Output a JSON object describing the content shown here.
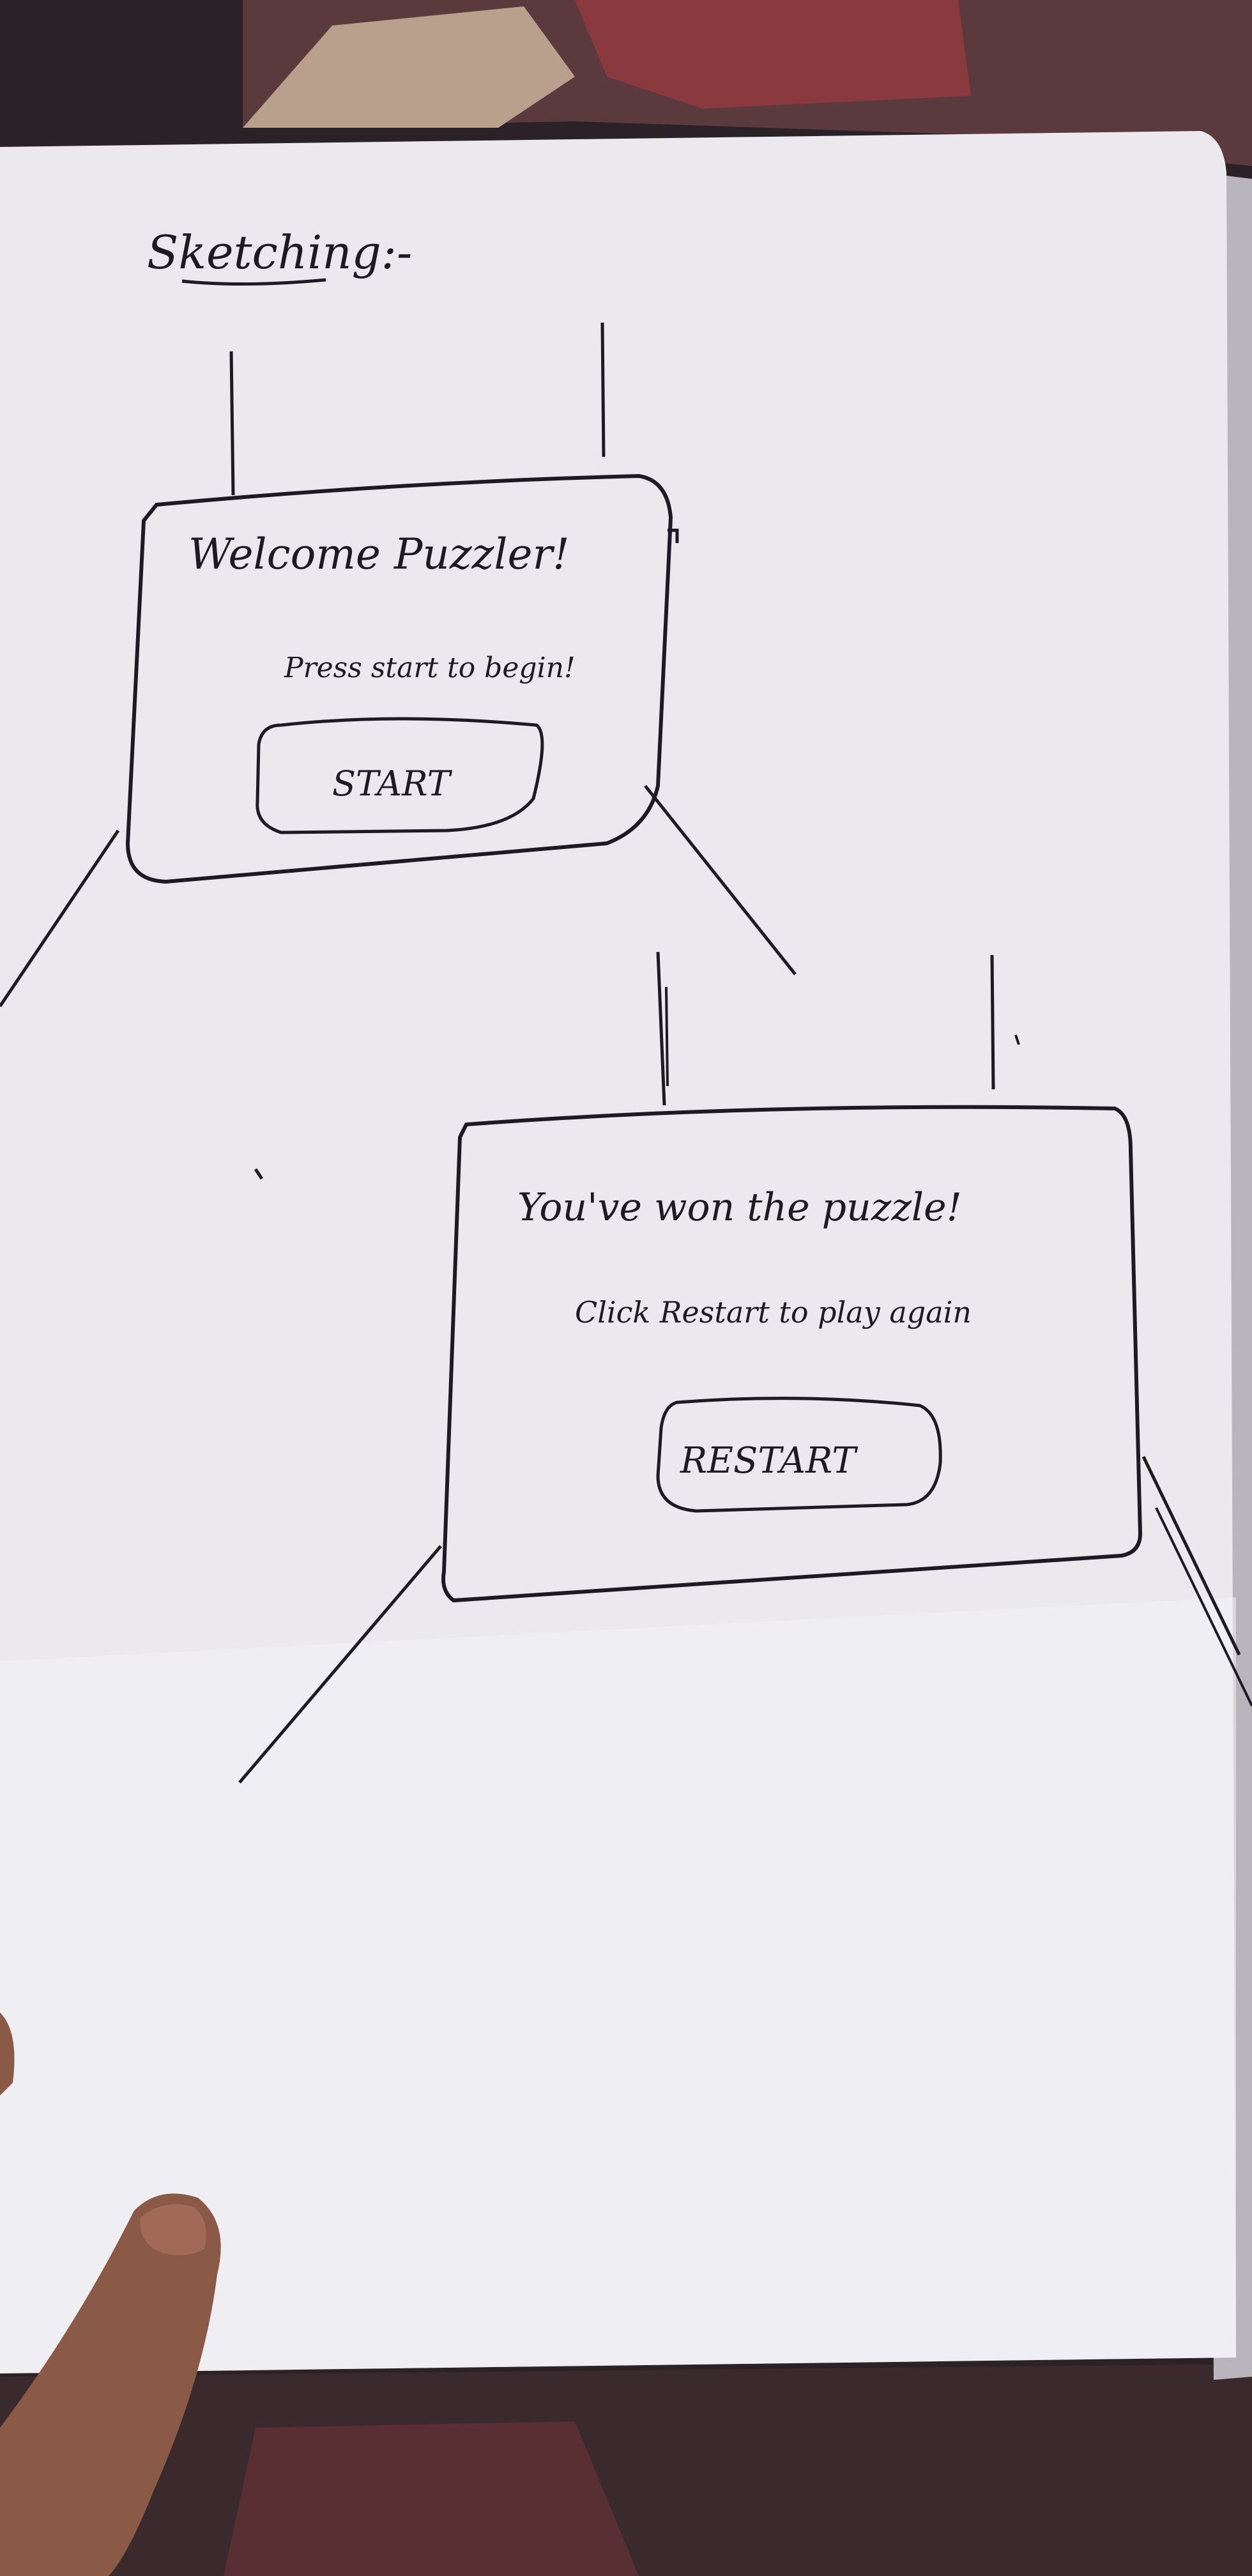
{
  "photo": {
    "subject": "hand-drawn wireframe sketch on notebook paper",
    "colors": {
      "paper": "#ebe9ee",
      "paper_shadow": "#cfccd3",
      "ink": "#1d1a24",
      "background_rug_dark": "#2a2226",
      "background_rug_red": "#8a3a3e",
      "skin": "#8a5a47"
    }
  },
  "page": {
    "heading": "Sketching:-"
  },
  "welcome_screen": {
    "title": "Welcome Puzzler!",
    "subtitle": "Press start to begin!",
    "button_label": "START"
  },
  "win_screen": {
    "title": "You've won the puzzle!",
    "subtitle": "Click Restart to play again",
    "button_label": "RESTART"
  }
}
